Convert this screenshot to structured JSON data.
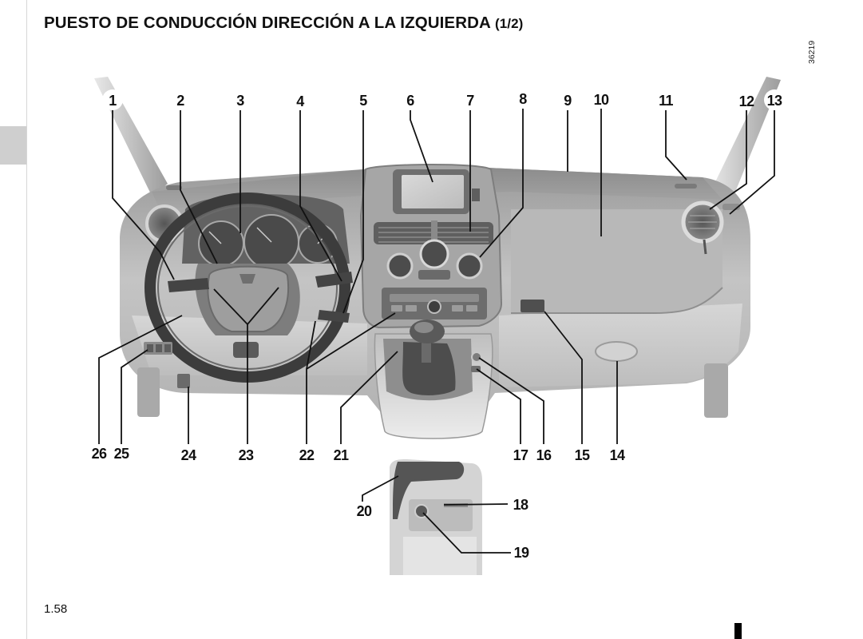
{
  "page": {
    "title": "PUESTO DE CONDUCCIÓN DIRECCIÓN A LA IZQUIERDA",
    "title_suffix": "(1/2)",
    "ref_code": "36219",
    "page_number": "1.58"
  },
  "callouts": {
    "n1": "1",
    "n2": "2",
    "n3": "3",
    "n4": "4",
    "n5": "5",
    "n6": "6",
    "n7": "7",
    "n8": "8",
    "n9": "9",
    "n10": "10",
    "n11": "11",
    "n12": "12",
    "n13": "13",
    "n14": "14",
    "n15": "15",
    "n16": "16",
    "n17": "17",
    "n18": "18",
    "n19": "19",
    "n20": "20",
    "n21": "21",
    "n22": "22",
    "n23": "23",
    "n24": "24",
    "n25": "25",
    "n26": "26"
  }
}
